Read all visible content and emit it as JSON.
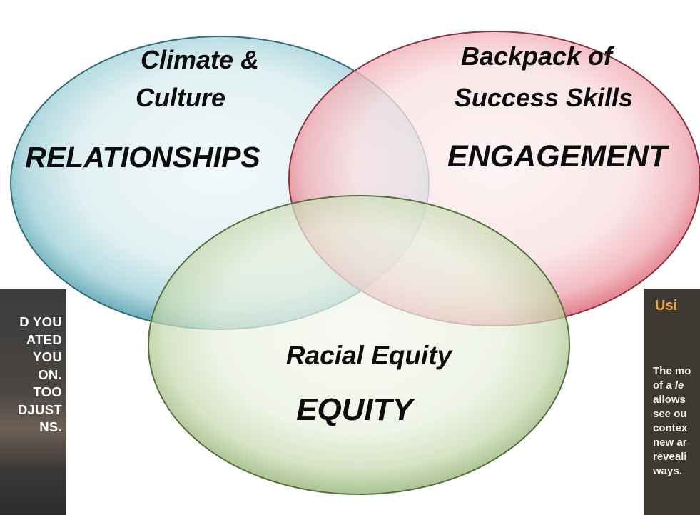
{
  "left_card": {
    "lines": [
      "D YOU",
      "ATED",
      "YOU",
      "ON.",
      "TOO",
      "DJUST",
      "NS."
    ]
  },
  "right_card": {
    "heading": "Usi",
    "lines": [
      "The mo",
      "of a le",
      "allows",
      "see ou",
      "contex",
      "new ar",
      "reveali",
      "ways."
    ]
  },
  "venn": {
    "circles": [
      {
        "subtitle_line1": "Climate &",
        "subtitle_line2": "Culture",
        "title": "RELATIONSHIPS",
        "color": "#5aa7b5"
      },
      {
        "subtitle_line1": "Backpack of",
        "subtitle_line2": "Success Skills",
        "title": "ENGAGEMENT",
        "color": "#e8818d"
      },
      {
        "subtitle_line1": "Racial Equity",
        "title": "EQUITY",
        "color": "#a9c28a"
      }
    ]
  }
}
